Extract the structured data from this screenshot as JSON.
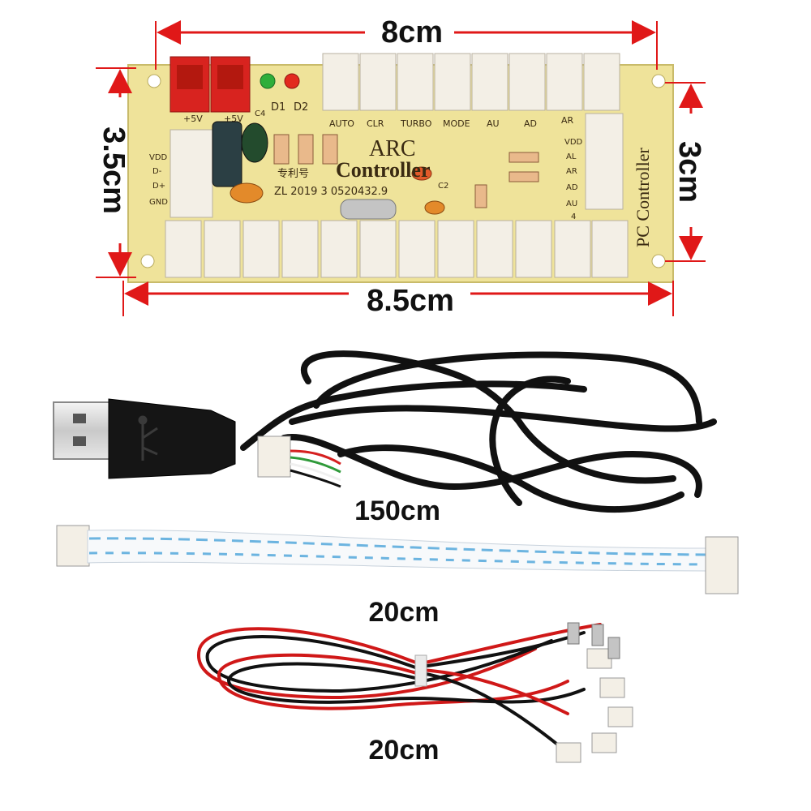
{
  "dimensions": {
    "top_width": "8cm",
    "bottom_width": "8.5cm",
    "left_height": "3.5cm",
    "right_height": "3cm",
    "arrow_color": "#e01818"
  },
  "board": {
    "title_line1": "ARC",
    "title_line2": "Controller",
    "side_label": "PC Controller",
    "patent_label": "专利号",
    "patent_number": "ZL 2019 3 0520432.9",
    "top_port_labels": [
      "AUTO",
      "CLR",
      "TURBO",
      "MODE",
      "AU",
      "AD",
      "AR"
    ],
    "left_pin_labels": [
      "VDD",
      "D-",
      "D+",
      "GND"
    ],
    "right_pin_labels": [
      "VDD",
      "AL",
      "AR",
      "AD",
      "AU"
    ],
    "power_labels": [
      "+5V",
      "+5V"
    ],
    "led_labels": [
      "D1",
      "D2"
    ],
    "cap_labels": [
      "C4",
      "C2"
    ],
    "digit_label": "4",
    "pcb_color": "#efe39a",
    "connector_color": "#f3efe6",
    "red_connector_color": "#d8231f"
  },
  "cables": {
    "usb_length": "150cm",
    "ribbon_length": "20cm",
    "wire_harness_length": "20cm"
  },
  "icons": {
    "usb_symbol": "usb-icon"
  }
}
